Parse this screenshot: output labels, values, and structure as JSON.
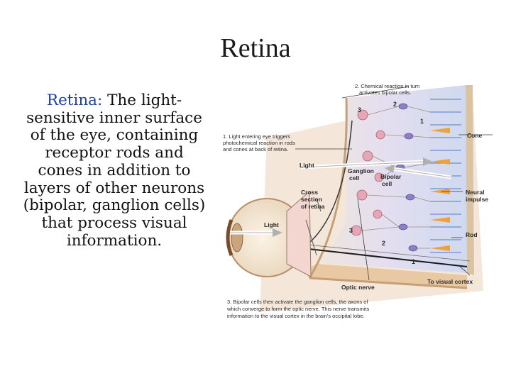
{
  "title": "Retina",
  "definition": {
    "term": "Retina:",
    "text": " The light-sensitive inner surface of the eye, containing receptor rods and cones in addition to layers of other neurons (bipolar, ganglion cells) that process visual information."
  },
  "figure": {
    "caption1_line1": "1. Light entering eye triggers",
    "caption1_line2": "photochemical reaction in rods",
    "caption1_line3": "and cones at back of retina.",
    "caption2_line1": "2. Chemical reaction in turn",
    "caption2_line2": "activates bipolar cells.",
    "caption3_line1": "3. Bipolar cells then activate the ganglion cells, the axons of",
    "caption3_line2": "which converge to form the optic nerve. This nerve transmits",
    "caption3_line3": "information to the visual cortex in the brain's occipital lobe.",
    "label_cone": "Cone",
    "label_neural_1": "Neural",
    "label_neural_2": "impulse",
    "label_rod": "Rod",
    "label_to_visual_cortex": "To visual cortex",
    "label_optic_nerve": "Optic nerve",
    "label_light_top": "Light",
    "label_light_eye": "Light",
    "label_ganglion_1": "Ganglion",
    "label_ganglion_2": "cell",
    "label_bipolar_1": "Bipolar",
    "label_bipolar_2": "cell",
    "label_cross_1": "Cross",
    "label_cross_2": "section",
    "label_cross_3": "of retina",
    "num_1": "1",
    "num_2": "2",
    "num_3": "3"
  }
}
